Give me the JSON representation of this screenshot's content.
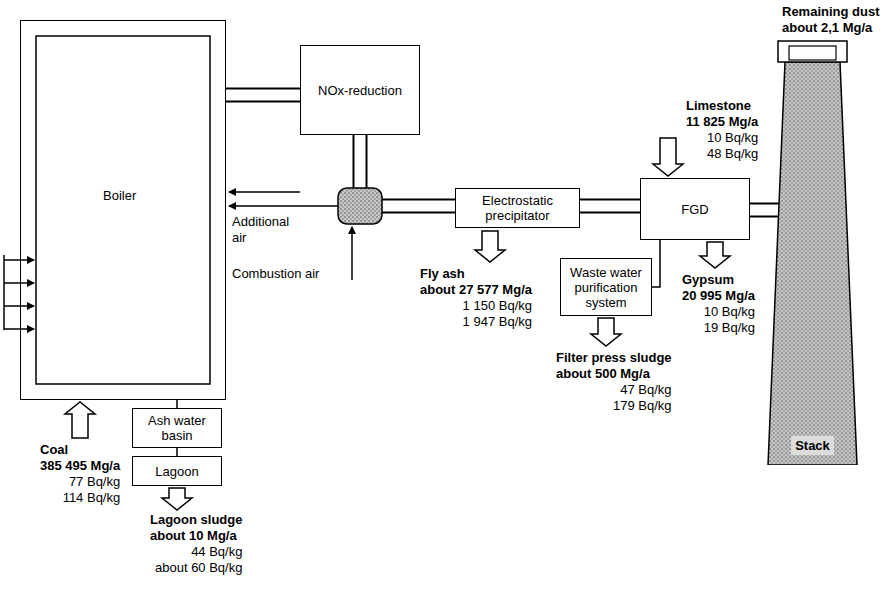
{
  "diagram": {
    "nodes": [
      {
        "text": [
          "Boiler"
        ]
      },
      {
        "text": [
          "NOx-reduction"
        ]
      },
      {
        "text": [
          "Ash water basin"
        ]
      },
      {
        "text": [
          "Lagoon"
        ]
      },
      {
        "text": [
          "Electrostatic precipitator"
        ]
      },
      {
        "text": [
          "FGD"
        ]
      },
      {
        "text": [
          "Waste water purification system"
        ]
      },
      {
        "text": [
          "Stack"
        ]
      }
    ],
    "edges": [
      {
        "from": 0,
        "to": 1,
        "arrow": "none"
      },
      {
        "from": 1,
        "to": 4,
        "arrow": "none"
      },
      {
        "from": 4,
        "to": 5,
        "arrow": "none"
      },
      {
        "from": 5,
        "to": 7,
        "arrow": "none"
      },
      {
        "from": 5,
        "to": 6,
        "arrow": "none"
      },
      {
        "from": 0,
        "to": 2,
        "arrow": "none"
      },
      {
        "from": 2,
        "to": 3,
        "arrow": "none"
      }
    ],
    "labels": [
      "Remaining dust",
      "about 2,1 Mg/a",
      "Limestone",
      "11 825 Mg/a",
      "10 Bq/kg",
      "48 Bq/kg",
      "Additional air",
      "Combustion air",
      "Coal",
      "385 495 Mg/a",
      "77 Bq/kg",
      "114 Bq/kg",
      "Fly ash",
      "about 27 577 Mg/a",
      "1 150 Bq/kg",
      "1 947 Bq/kg",
      "Gypsum",
      "20 995 Mg/a",
      "10 Bq/kg",
      "19 Bq/kg",
      "Lagoon sludge",
      "about 10 Mg/a",
      "44 Bq/kg",
      "about 60 Bq/kg",
      "Filter press sludge",
      "about 500 Mg/a",
      "47 Bq/kg",
      "179 Bq/kg"
    ]
  }
}
